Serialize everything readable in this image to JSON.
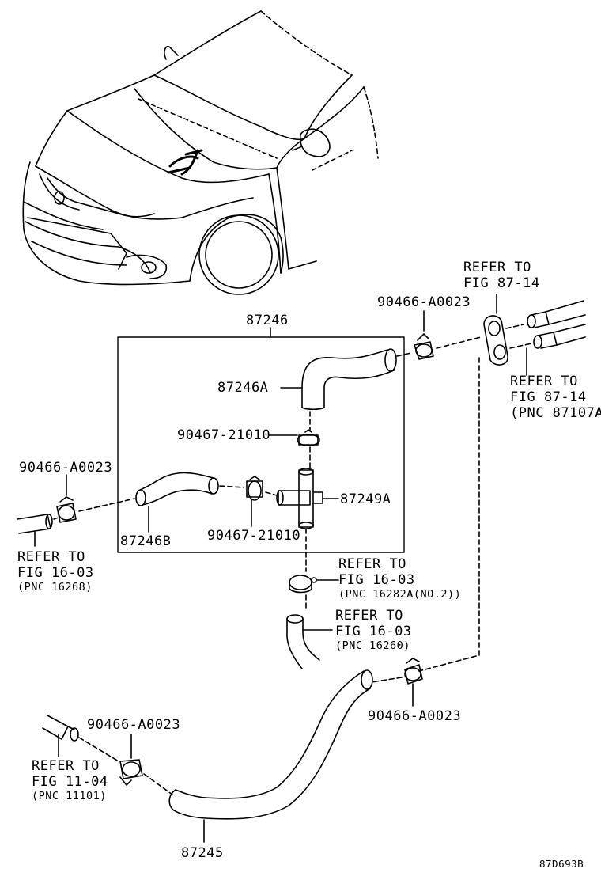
{
  "callouts": {
    "assembly": "87246",
    "hose_a": "87246A",
    "hose_b": "87246B",
    "tee": "87249A",
    "hose_lower": "87245",
    "clip_top": "90466-A0023",
    "clip_left": "90466-A0023",
    "clip_right": "90466-A0023",
    "clip_bottom_left": "90466-A0023",
    "clamp_upper": "90467-21010",
    "clamp_lower": "90467-21010"
  },
  "references": {
    "fig_87_14_top": {
      "line1": "REFER TO",
      "line2": "FIG 87-14"
    },
    "fig_87_14_right": {
      "line1": "REFER TO",
      "line2": "FIG 87-14",
      "line3": "(PNC 87107A"
    },
    "fig_16_03_left": {
      "line1": "REFER TO",
      "line2": "FIG 16-03",
      "line3": "(PNC 16268)"
    },
    "fig_16_03_mid": {
      "line1": "REFER TO",
      "line2": "FIG 16-03",
      "line3": "(PNC 16282A(NO.2))"
    },
    "fig_16_03_low": {
      "line1": "REFER TO",
      "line2": "FIG 16-03",
      "line3": "(PNC 16260)"
    },
    "fig_11_04": {
      "line1": "REFER TO",
      "line2": "FIG 11-04",
      "line3": "(PNC 11101)"
    }
  },
  "diagram_id": "87D693B"
}
